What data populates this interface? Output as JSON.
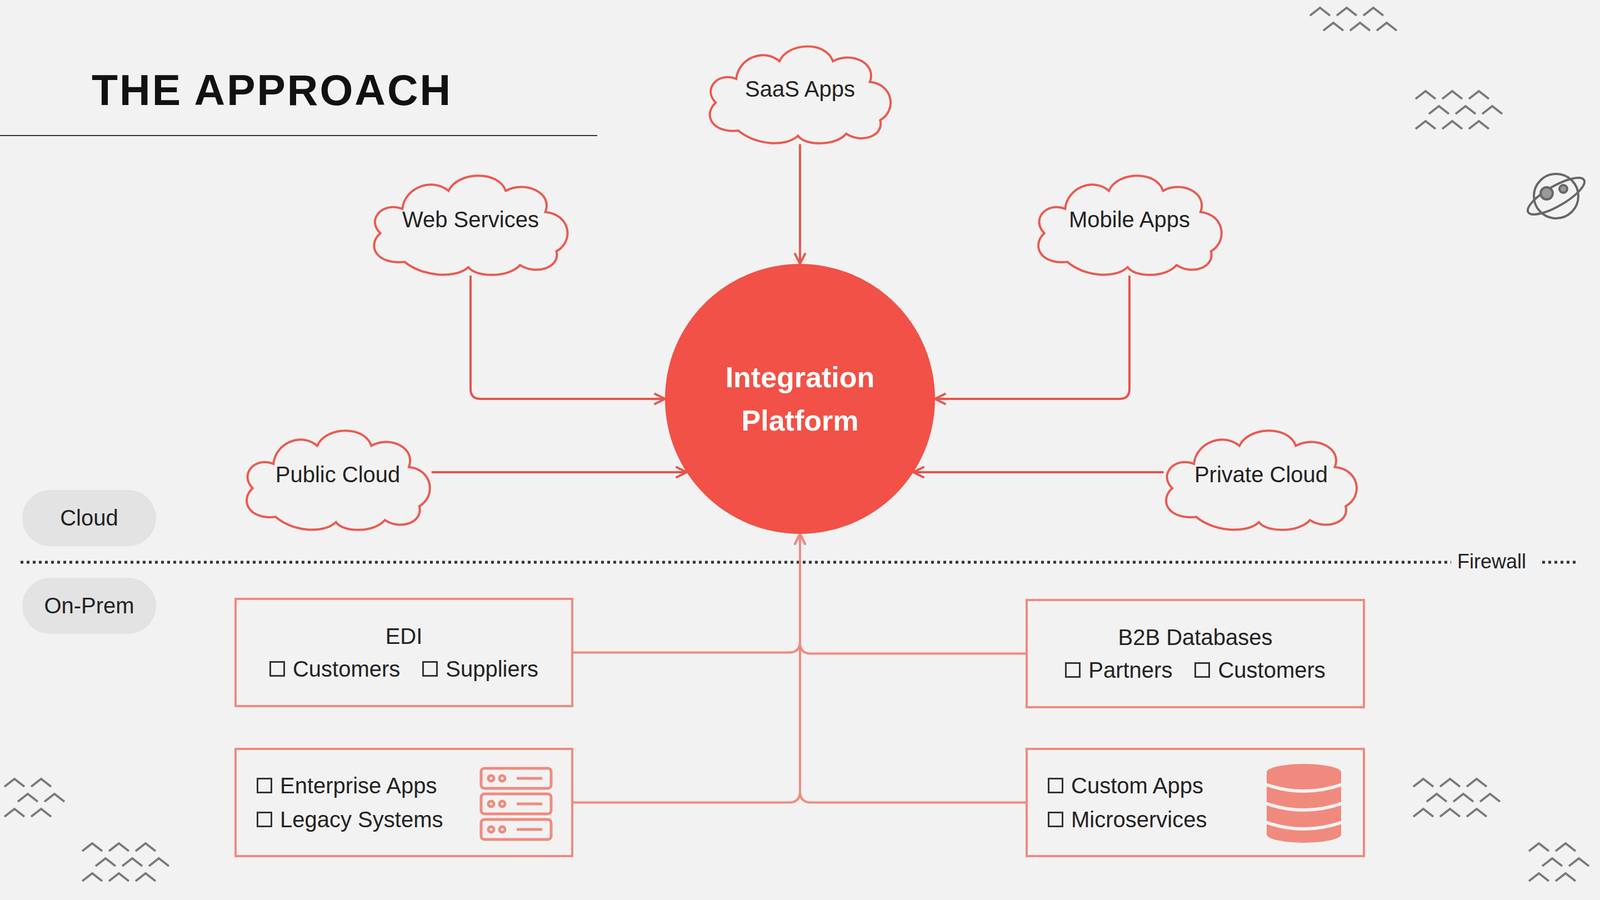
{
  "diagram": {
    "title": "THE APPROACH",
    "nodes": [
      {
        "text": [
          "SaaS Apps"
        ]
      },
      {
        "text": [
          "Web Services"
        ]
      },
      {
        "text": [
          "Mobile Apps"
        ]
      },
      {
        "text": [
          "Integration Platform"
        ]
      },
      {
        "text": [
          "Public Cloud"
        ]
      },
      {
        "text": [
          "Private Cloud"
        ]
      },
      {
        "text": [
          "Cloud"
        ]
      },
      {
        "text": [
          "On-Prem"
        ]
      },
      {
        "text": [
          "EDI",
          "Customers",
          "Suppliers"
        ]
      },
      {
        "text": [
          "B2B Databases",
          "Partners",
          "Customers"
        ]
      },
      {
        "text": [
          "Enterprise Apps",
          "Legacy Systems"
        ]
      },
      {
        "text": [
          "Custom Apps",
          "Microservices"
        ]
      }
    ],
    "edges": [
      {
        "from": 0,
        "to": 3,
        "arrow": "to"
      },
      {
        "from": 1,
        "to": 3,
        "arrow": "to"
      },
      {
        "from": 2,
        "to": 3,
        "arrow": "to"
      },
      {
        "from": 4,
        "to": 3,
        "arrow": "to"
      },
      {
        "from": 5,
        "to": 3,
        "arrow": "to"
      },
      {
        "from": 8,
        "to": 3,
        "arrow": "to"
      },
      {
        "from": 9,
        "to": 3,
        "arrow": "to"
      },
      {
        "from": 10,
        "to": 3,
        "arrow": "to"
      },
      {
        "from": 11,
        "to": 3,
        "arrow": "to"
      }
    ],
    "labels": [
      "Firewall"
    ]
  }
}
